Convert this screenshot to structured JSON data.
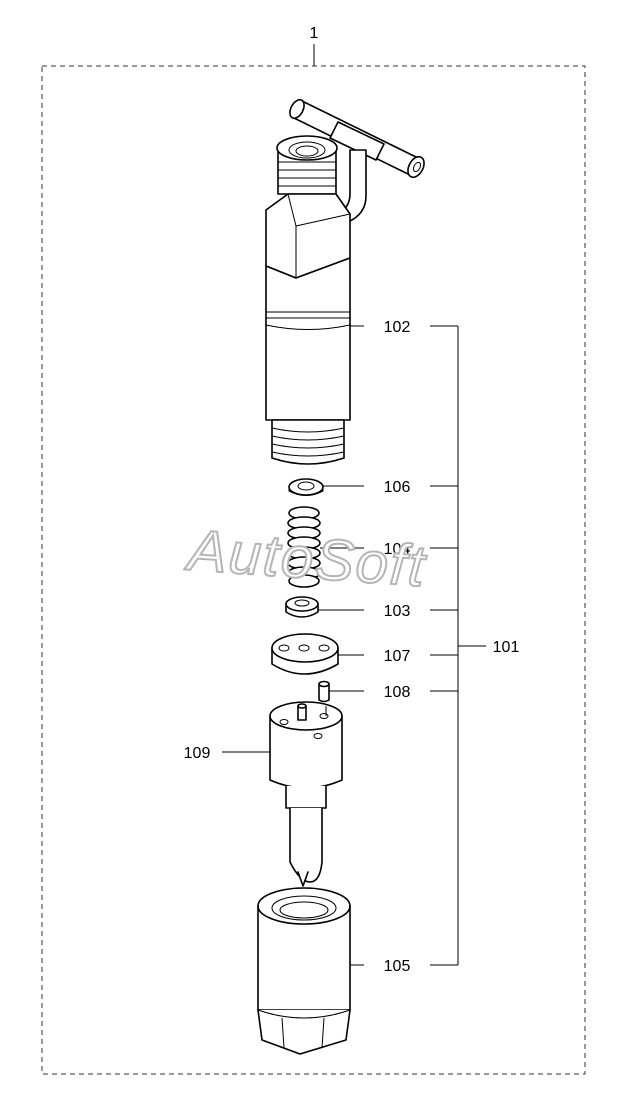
{
  "assembly_label": "1",
  "group_label": "101",
  "parts": [
    {
      "id": "102"
    },
    {
      "id": "106"
    },
    {
      "id": "104"
    },
    {
      "id": "103"
    },
    {
      "id": "107"
    },
    {
      "id": "108"
    },
    {
      "id": "109"
    },
    {
      "id": "105"
    }
  ],
  "watermark": "AutoSoft"
}
